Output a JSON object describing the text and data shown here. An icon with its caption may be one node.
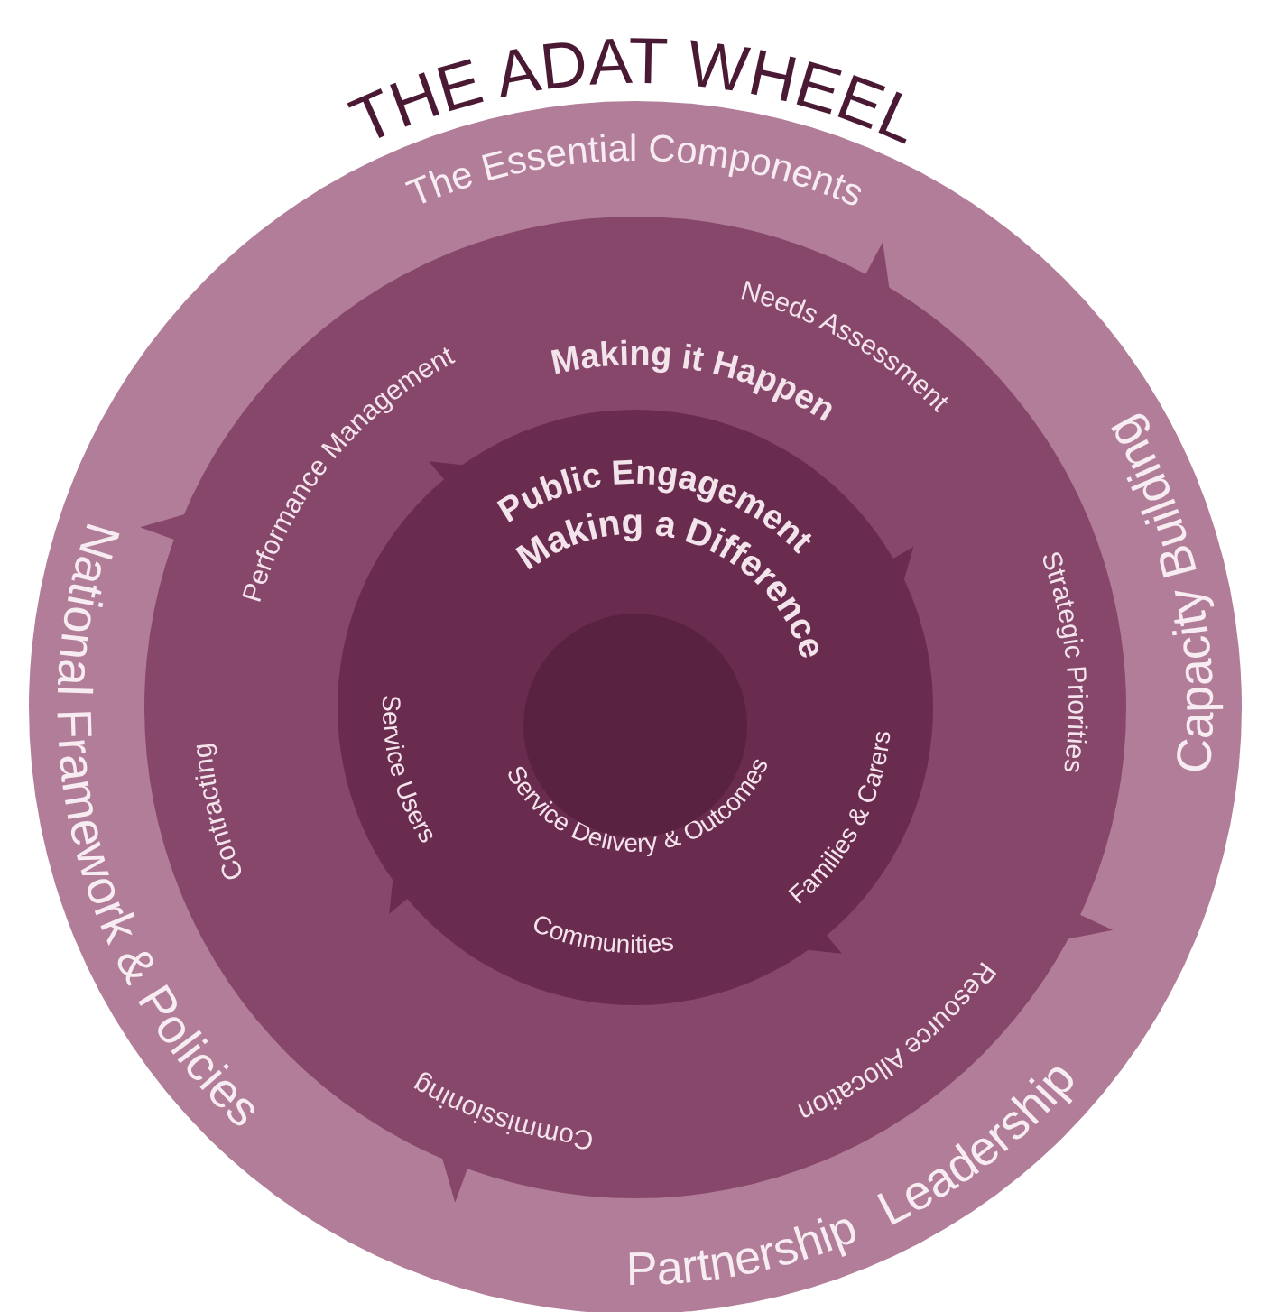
{
  "diagram": {
    "title": "THE ADAT WHEEL",
    "nodes": [
      {
        "text": [
          "The Essential Components",
          "Capacity Building",
          "Leadership",
          "Partnership",
          "National Framework & Policies"
        ]
      },
      {
        "text": [
          "Making it Happen",
          "Performance Management",
          "Needs Assessment",
          "Strategic Priorities",
          "Resource Allocation",
          "Commissioning",
          "Contracting"
        ],
        "in": 0
      },
      {
        "text": [
          "Public Engagement",
          "Making a Difference",
          "Service Users",
          "Service Delivery & Outcomes",
          "Communities",
          "Families & Carers"
        ],
        "in": 1
      }
    ]
  }
}
